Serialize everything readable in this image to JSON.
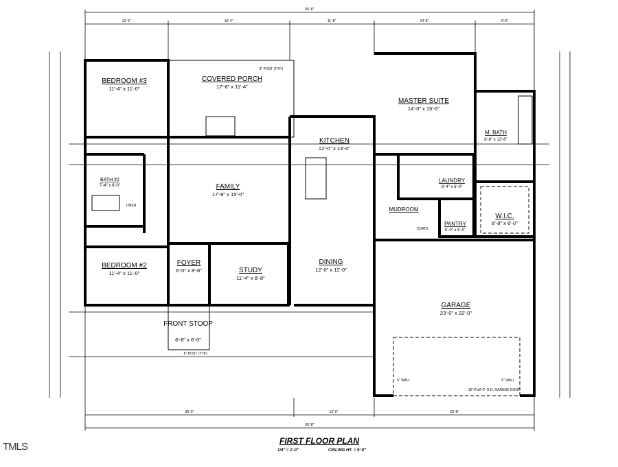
{
  "plan": {
    "title": "FIRST FLOOR PLAN",
    "scale": "1/4\" = 1'-0\"",
    "ceiling": "CEILING HT. = 9'-0\"",
    "logo": "TMLS"
  },
  "rooms": [
    {
      "name": "BEDROOM #3",
      "size": "11'-4\" x 11'-0\""
    },
    {
      "name": "COVERED PORCH",
      "size": "17'-8\" x 11'-4\""
    },
    {
      "name": "KITCHEN",
      "size": "12'-0\" x 13'-0\""
    },
    {
      "name": "FAMILY",
      "size": "17'-8\" x 15'-0\""
    },
    {
      "name": "BATH #2",
      "size": "7'-4\" x 8'-0\""
    },
    {
      "name": "MASTER SUITE",
      "size": "14'-0\" x 15'-0\""
    },
    {
      "name": "M. BATH",
      "size": "8'-8\" x 12'-8\""
    },
    {
      "name": "LAUNDRY",
      "size": "8'-4\" x 6'-0\""
    },
    {
      "name": "MUDROOM",
      "size": ""
    },
    {
      "name": "PANTRY",
      "size": "5'-0\" x 5'-0\""
    },
    {
      "name": "W.I.C.",
      "size": "8'-8\" x 6'-0\""
    },
    {
      "name": "BEDROOM #2",
      "size": "11'-4\" x 11'-0\""
    },
    {
      "name": "FOYER",
      "size": "6'-0\" x 8'-8\""
    },
    {
      "name": "STUDY",
      "size": "11'-4\" x 8'-8\""
    },
    {
      "name": "DINING",
      "size": "12'-0\" x 11'-0\""
    },
    {
      "name": "GARAGE",
      "size": "23'-0\" x 22'-0\""
    },
    {
      "name": "FRONT STOOP",
      "size": "6'-8\" x 6'-0\""
    }
  ],
  "notes": {
    "post_top": "8\" POST (TYP.)",
    "post_bottom": "8\" POST (TYP.)",
    "garage_door": "16'-0\"x8'-0\" O.H. GARAGE DOOR",
    "linen": "LINEN",
    "coats": "COATS",
    "wall_left": "6\" WALL",
    "wall_right": "6\" WALL"
  },
  "dimensions": {
    "overall_top": "65'-8\"",
    "top": [
      "12'-0\"",
      "18'-4\"",
      "11'-8\"",
      "14'-8\"",
      "9'-0\""
    ],
    "bottom": [
      "30'-0\"",
      "12'-0\"",
      "23'-8\""
    ],
    "overall_bottom": "65'-8\""
  }
}
